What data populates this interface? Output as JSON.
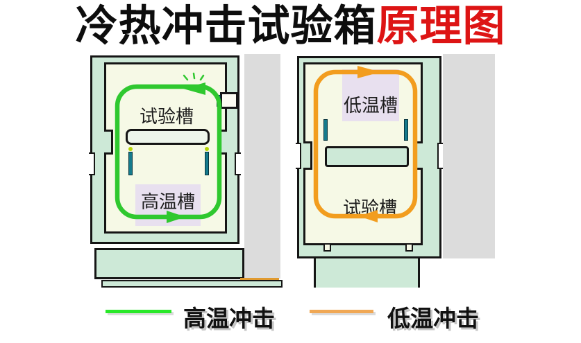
{
  "title": {
    "main": "冷热冲击试验箱",
    "highlight": "原理图"
  },
  "diagrams": {
    "left": {
      "top_chamber_label": "试验槽",
      "bottom_chamber_label": "高温槽",
      "loop_color": "#2fc82f",
      "flow_direction": "counter-clockwise"
    },
    "right": {
      "top_chamber_label": "低温槽",
      "bottom_chamber_label": "试验槽",
      "loop_color": "#f29d1e",
      "flow_direction": "clockwise"
    }
  },
  "legend": {
    "items": [
      {
        "label": "高温冲击",
        "color": "#2ae82a"
      },
      {
        "label": "低温冲击",
        "color": "#f0a855"
      }
    ]
  },
  "colors": {
    "title_highlight": "#dd1414",
    "frame_fill": "#cde9d7",
    "cavity_fill": "#f6f9e6",
    "label_box_fill": "#e8e0ef",
    "gray_panel": "#dcdcdc",
    "teal_bar": "#157a8c",
    "shelf_fill_left": "#edf5eb",
    "shelf_fill_right": "#cde9d7"
  }
}
